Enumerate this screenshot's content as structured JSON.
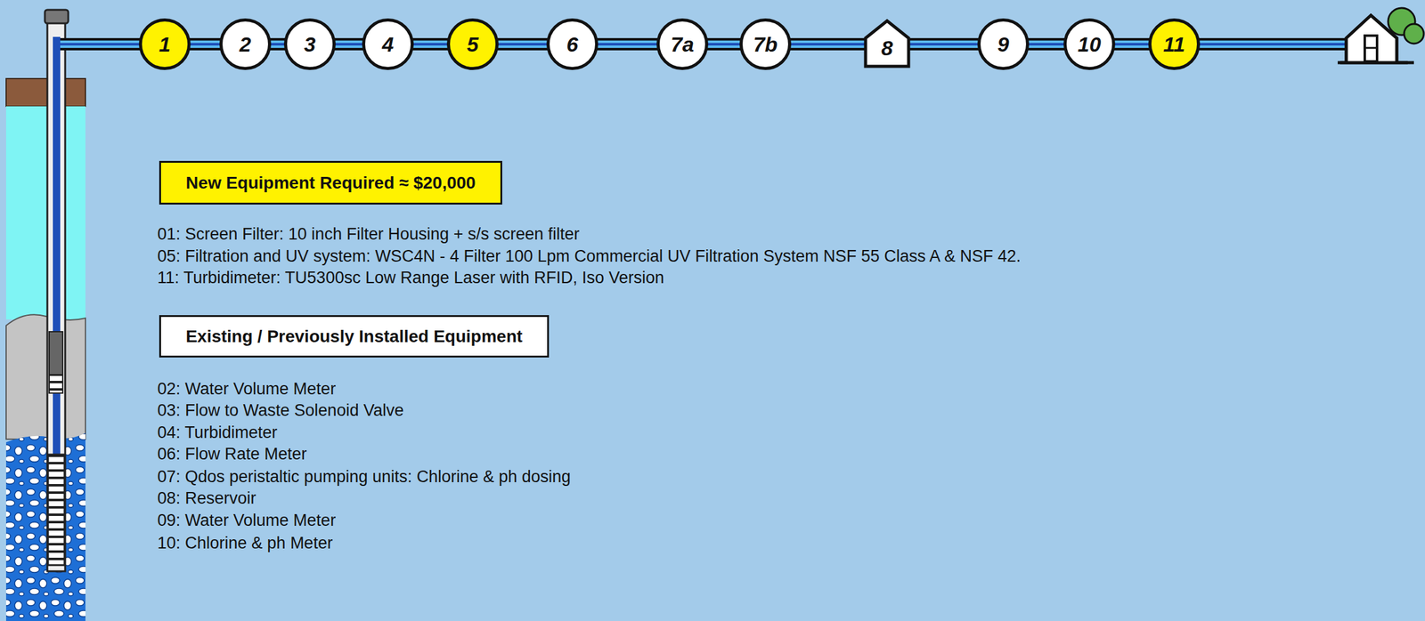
{
  "diagram": {
    "nodes": [
      {
        "text": [
          "1"
        ]
      },
      {
        "text": [
          "2"
        ]
      },
      {
        "text": [
          "3"
        ]
      },
      {
        "text": [
          "4"
        ]
      },
      {
        "text": [
          "5"
        ]
      },
      {
        "text": [
          "6"
        ]
      },
      {
        "text": [
          "7a"
        ]
      },
      {
        "text": [
          "7b"
        ]
      },
      {
        "text": [
          "8"
        ]
      },
      {
        "text": [
          "9"
        ]
      },
      {
        "text": [
          "10"
        ]
      },
      {
        "text": [
          "11"
        ]
      },
      {
        "text": [
          "New Equipment Required ≈ $20,000"
        ]
      },
      {
        "text": [
          "Existing / Previously Installed Equipment"
        ]
      }
    ],
    "edges": [
      {
        "from": 0,
        "to": 1,
        "arrow": "none"
      },
      {
        "from": 1,
        "to": 2,
        "arrow": "none"
      },
      {
        "from": 2,
        "to": 3,
        "arrow": "none"
      },
      {
        "from": 3,
        "to": 4,
        "arrow": "none"
      },
      {
        "from": 4,
        "to": 5,
        "arrow": "none"
      },
      {
        "from": 5,
        "to": 6,
        "arrow": "none"
      },
      {
        "from": 6,
        "to": 7,
        "arrow": "none"
      },
      {
        "from": 7,
        "to": 8,
        "arrow": "none"
      },
      {
        "from": 8,
        "to": 9,
        "arrow": "none"
      },
      {
        "from": 9,
        "to": 10,
        "arrow": "none"
      },
      {
        "from": 10,
        "to": 11,
        "arrow": "none"
      }
    ],
    "labels": [
      "01: Screen Filter: 10 inch Filter Housing + s/s screen filter",
      "05: Filtration and UV system: WSC4N - 4 Filter 100 Lpm Commercial UV Filtration System NSF 55 Class A & NSF 42.",
      "11: Turbidimeter: TU5300sc Low Range Laser with RFID, Iso Version",
      "02: Water Volume Meter",
      "03: Flow to Waste Solenoid Valve",
      "04: Turbidimeter",
      "06: Flow Rate Meter",
      "07: Qdos peristaltic pumping units: Chlorine & ph dosing",
      "08: Reservoir",
      "09: Water Volume Meter",
      "10: Chlorine & ph Meter"
    ]
  }
}
